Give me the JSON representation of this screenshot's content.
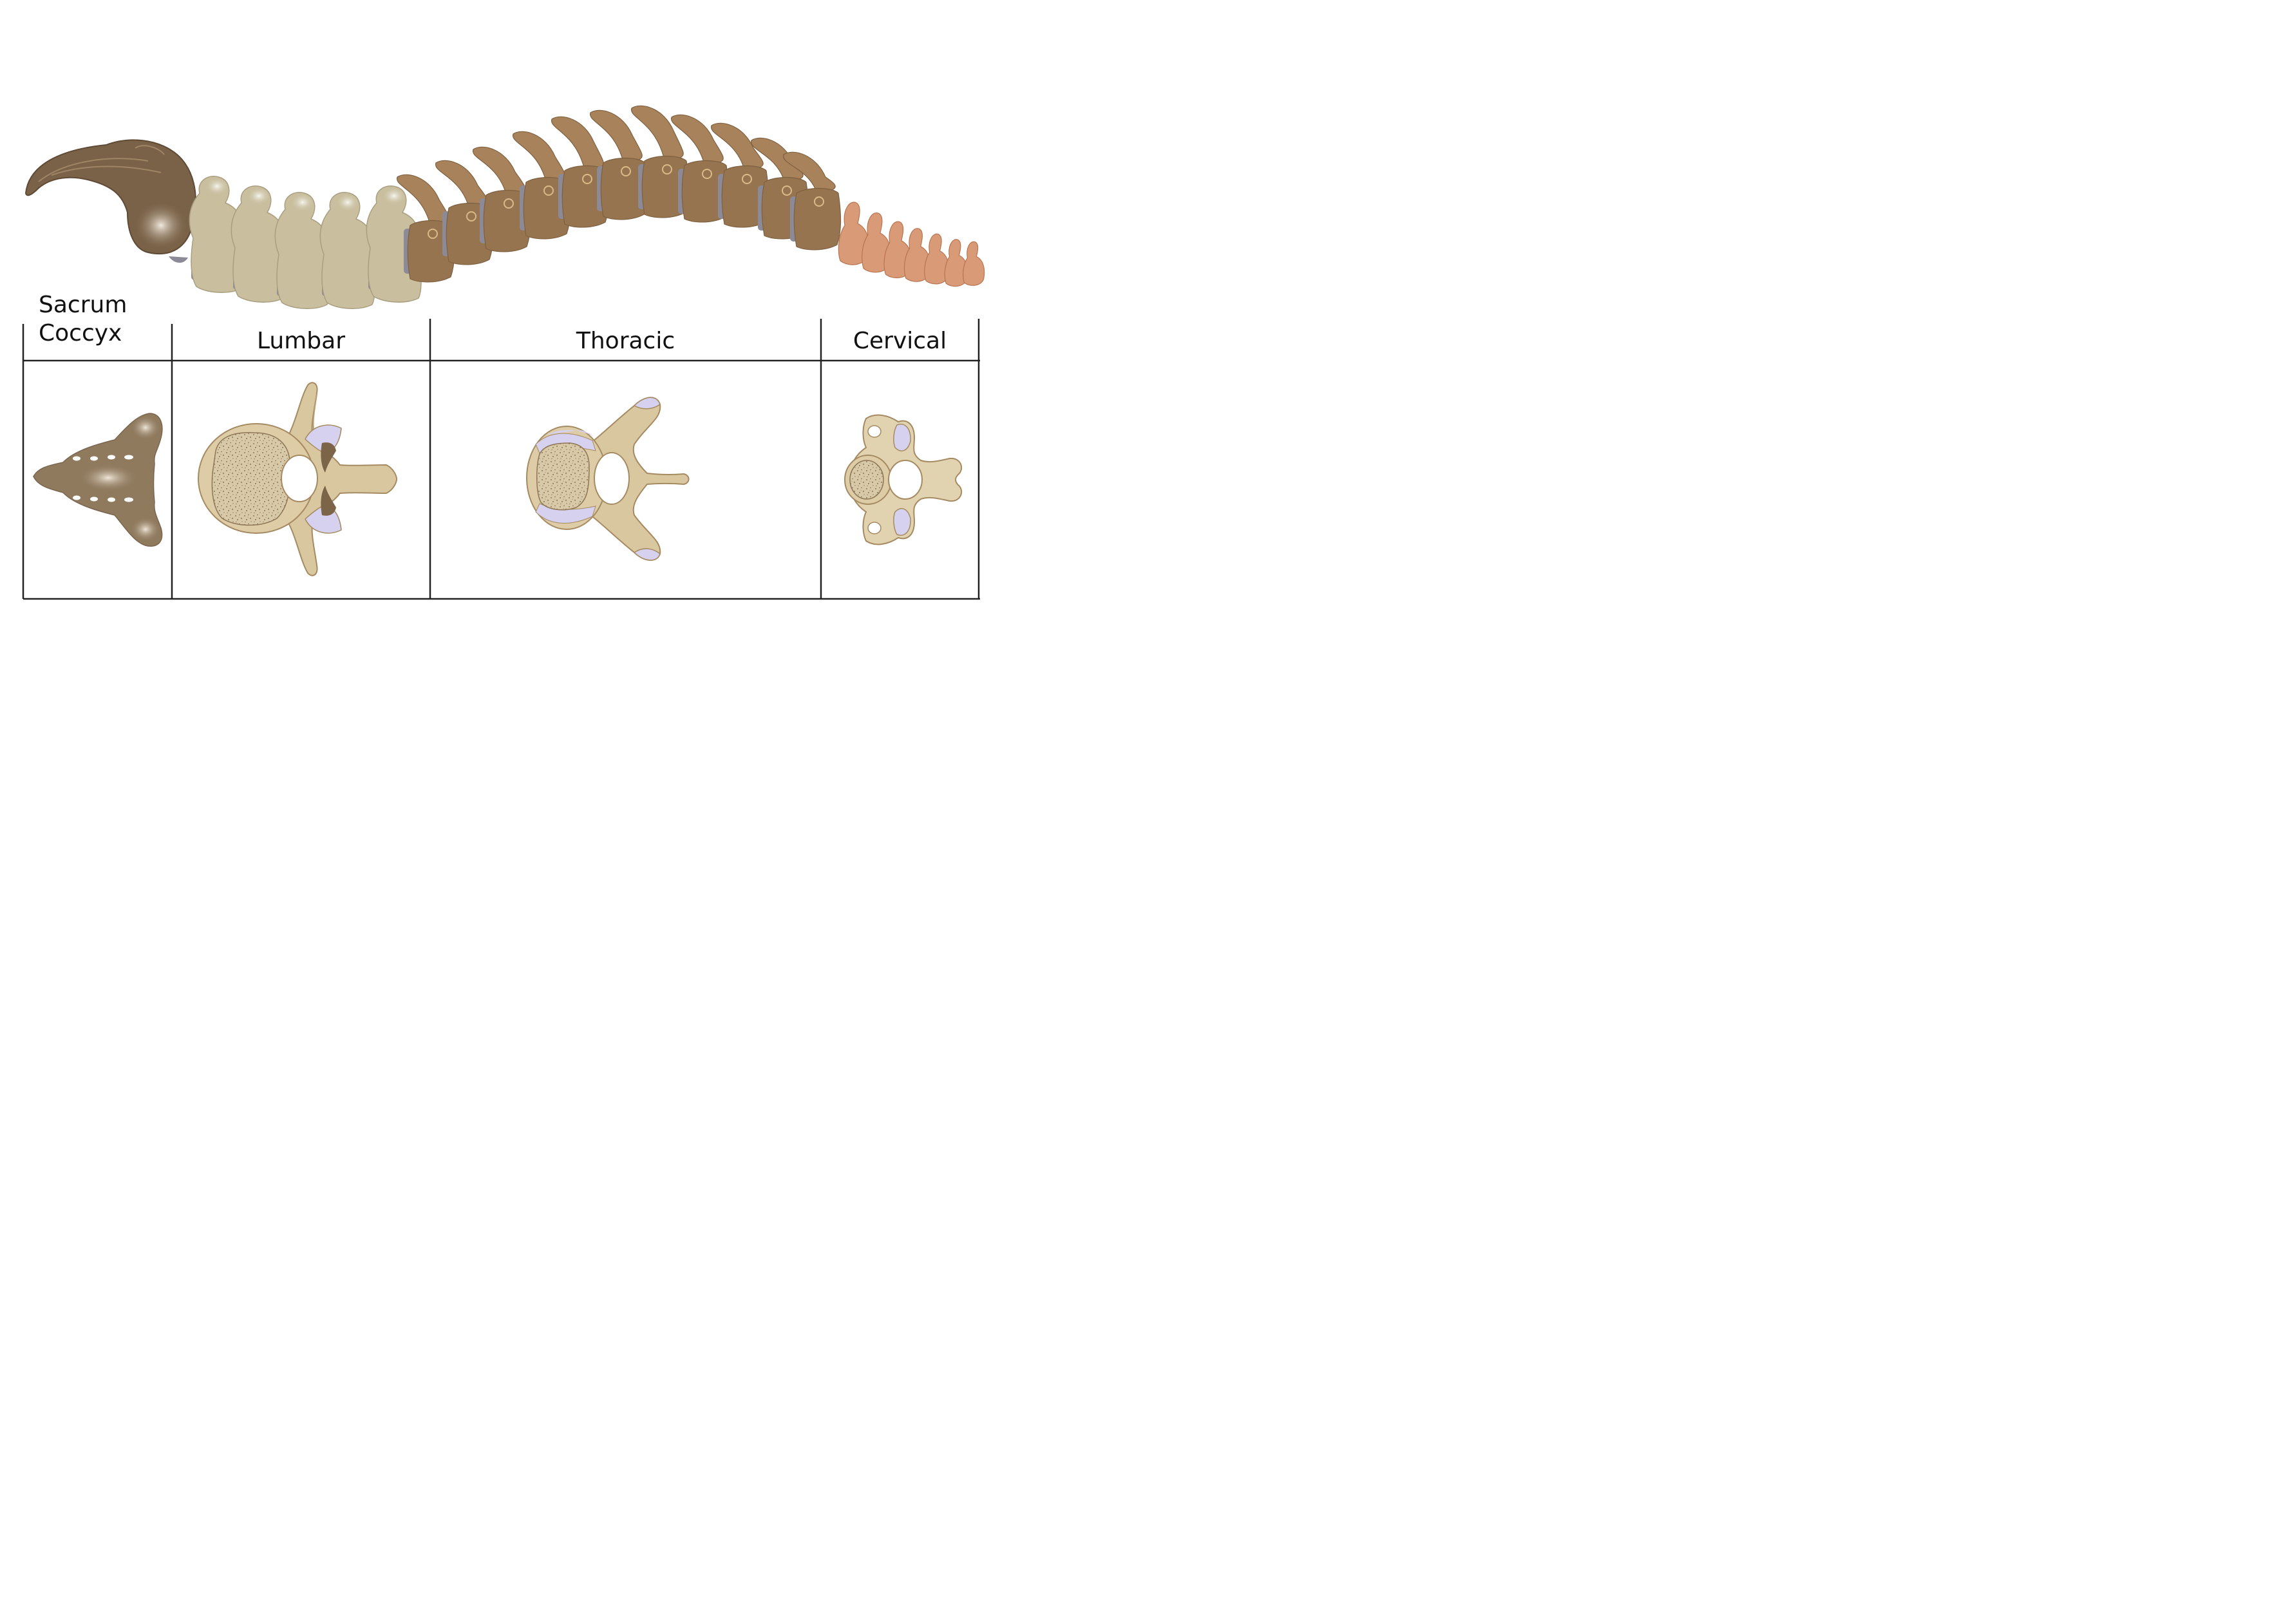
{
  "regions": [
    {
      "id": "sacrum-coccyx",
      "label_lines": [
        "Sacrum",
        "Coccyx"
      ]
    },
    {
      "id": "lumbar",
      "label": "Lumbar"
    },
    {
      "id": "thoracic",
      "label": "Thoracic"
    },
    {
      "id": "cervical",
      "label": "Cervical"
    }
  ],
  "colors": {
    "sacrum": "#7a6248",
    "lumbar": "#c9bf9f",
    "thoracic": "#96744f",
    "cervical": "#d99a78",
    "disc": "#8c8a96",
    "bone_light": "#e6d7b6",
    "bone_edge": "#a58a62",
    "cancellous": "#cfbf9d",
    "cartilage": "#d5d1ee",
    "line": "#222222"
  }
}
